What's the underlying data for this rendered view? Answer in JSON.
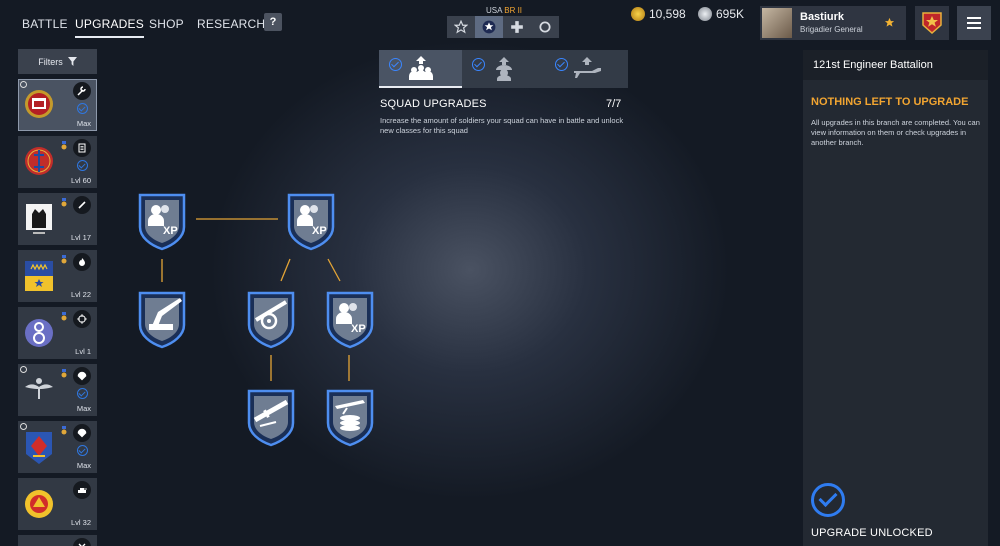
{
  "nav": {
    "tabs": [
      "BATTLE",
      "UPGRADES",
      "SHOP",
      "RESEARCH"
    ],
    "active_tab": "UPGRADES",
    "help_label": "?"
  },
  "nation": {
    "name": "USA",
    "br": "BR II",
    "modes": [
      "star-outline-icon",
      "star-filled-icon",
      "cross-icon",
      "circle-icon"
    ],
    "active_mode": 1
  },
  "currency": {
    "gold": "10,598",
    "silver": "695K"
  },
  "profile": {
    "name": "Bastiurk",
    "rank": "Brigadier General"
  },
  "colors": {
    "accent": "#f2a531",
    "check": "#2f7cf0",
    "panel": "#232932"
  },
  "sidebar": {
    "filters_label": "Filters",
    "squads": [
      {
        "level": "Max",
        "tool": "wrench-icon",
        "checked": true,
        "active": true
      },
      {
        "level": "Lvl 60",
        "tool": "list-icon",
        "checked": true
      },
      {
        "level": "Lvl 17",
        "tool": "knife-icon",
        "checked": false
      },
      {
        "level": "Lvl 22",
        "tool": "flame-icon",
        "checked": false
      },
      {
        "level": "Lvl 1",
        "tool": "scope-icon",
        "checked": false
      },
      {
        "level": "Max",
        "tool": "parachute-icon",
        "checked": true
      },
      {
        "level": "Max",
        "tool": "parachute-icon",
        "checked": true
      },
      {
        "level": "Lvl 32",
        "tool": "tank-icon",
        "checked": false
      }
    ]
  },
  "section": {
    "title": "SQUAD UPGRADES",
    "count": "7/7",
    "description": "Increase the amount of soldiers your squad can have in battle and unlock new classes for this squad"
  },
  "right_panel": {
    "title": "121st Engineer Battalion",
    "subtitle": "NOTHING LEFT TO UPGRADE",
    "description": "All upgrades in this branch are completed. You can view information on them or check upgrades in another branch.",
    "status": "UPGRADE UNLOCKED"
  }
}
